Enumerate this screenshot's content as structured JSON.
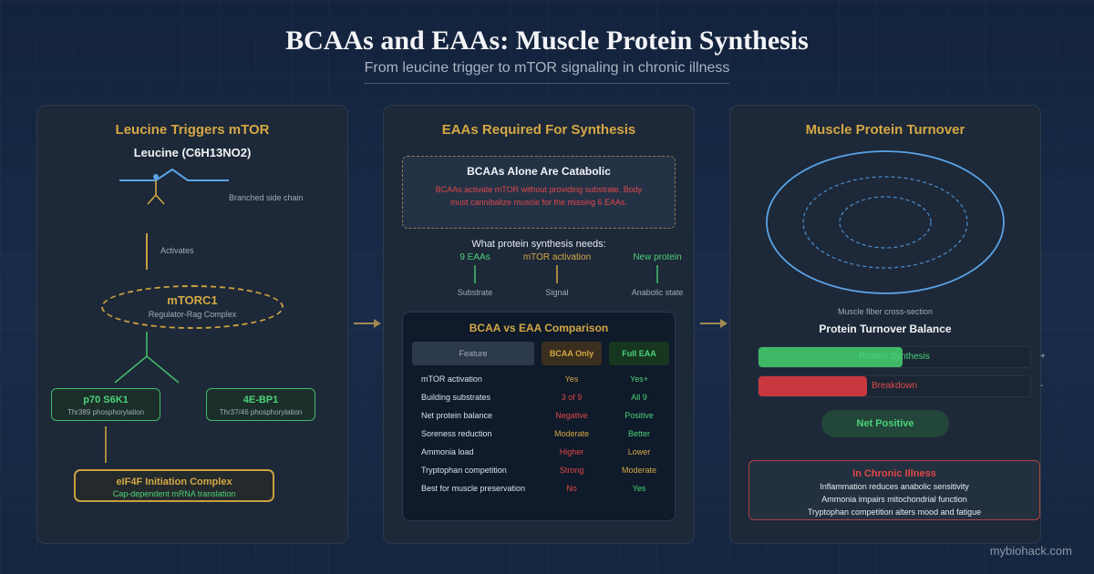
{
  "header": {
    "title": "BCAAs and EAAs: Muscle Protein Synthesis",
    "subtitle": "From leucine trigger to mTOR signaling in chronic illness"
  },
  "left_panel": {
    "title": "Leucine Triggers mTOR",
    "molecule_name": "Leucine (C6H13NO2)",
    "side_chain_label": "Branched side chain",
    "activates_label": "Activates",
    "mtorc1": {
      "name": "mTORC1",
      "sub": "Regulator-Rag Complex"
    },
    "p70": {
      "name": "p70 S6K1",
      "sub": "Thr389 phosphorylation"
    },
    "bp1": {
      "name": "4E-BP1",
      "sub": "Thr37/46 phosphorylation"
    },
    "eif4f": {
      "name": "eIF4F Initiation Complex",
      "sub": "Cap-dependent mRNA translation"
    }
  },
  "middle_panel": {
    "title": "EAAs Required For Synthesis",
    "warning": {
      "heading": "BCAAs Alone Are Catabolic",
      "body": "BCAAs activate mTOR without providing substrate. Body must cannibalize muscle for the missing 6 EAAs."
    },
    "needs": {
      "title": "What protein synthesis needs:",
      "items": [
        {
          "label": "9 EAAs",
          "sub": "Substrate"
        },
        {
          "label": "mTOR activation",
          "sub": "Signal"
        },
        {
          "label": "New protein",
          "sub": "Anabolic state"
        }
      ]
    },
    "comparison": {
      "title": "BCAA vs EAA Comparison",
      "headers": [
        "Feature",
        "BCAA Only",
        "Full EAA"
      ],
      "rows": [
        [
          "mTOR activation",
          "Yes",
          "Yes+"
        ],
        [
          "Building substrates",
          "3 of 9",
          "All 9"
        ],
        [
          "Net protein balance",
          "Negative",
          "Positive"
        ],
        [
          "Soreness reduction",
          "Moderate",
          "Better"
        ],
        [
          "Ammonia load",
          "Higher",
          "Lower"
        ],
        [
          "Tryptophan competition",
          "Strong",
          "Moderate"
        ],
        [
          "Best for muscle preservation",
          "No",
          "Yes"
        ]
      ]
    }
  },
  "right_panel": {
    "title": "Muscle Protein Turnover",
    "fiber_label": "Muscle fiber cross-section",
    "balance_title": "Protein Turnover Balance",
    "bars": [
      {
        "label": "Protein Synthesis",
        "sign": "+",
        "fraction": 0.53,
        "color": "#3fb866"
      },
      {
        "label": "Breakdown",
        "sign": "-",
        "fraction": 0.4,
        "color": "#c9383f"
      }
    ],
    "net_label": "Net Positive",
    "chronic": {
      "heading": "In Chronic Illness",
      "lines": [
        "Inflammation reduces anabolic sensitivity",
        "Ammonia impairs mitochondrial function",
        "Tryptophan competition alters mood and fatigue"
      ]
    }
  },
  "footer": {
    "brand": "mybiohack.com"
  }
}
